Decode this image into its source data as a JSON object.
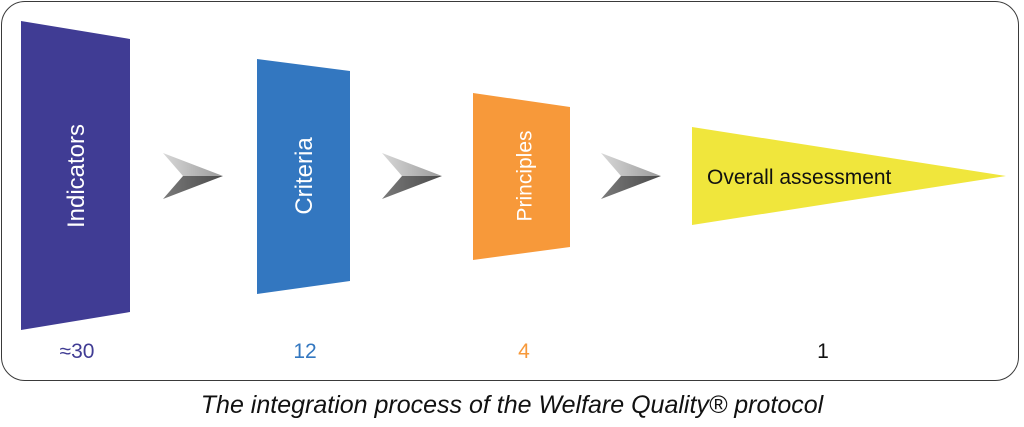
{
  "stages": [
    {
      "label": "Indicators",
      "count": "≈30",
      "color": "#403C94",
      "count_color": "#403C94"
    },
    {
      "label": "Criteria",
      "count": "12",
      "color": "#3377C0",
      "count_color": "#3377C0"
    },
    {
      "label": "Principles",
      "count": "4",
      "color": "#F7993A",
      "count_color": "#F7993A"
    },
    {
      "label": "Overall assessment",
      "count": "1",
      "color": "#F0E63C",
      "count_color": "#111111"
    }
  ],
  "caption": "The integration process of the Welfare Quality® protocol"
}
